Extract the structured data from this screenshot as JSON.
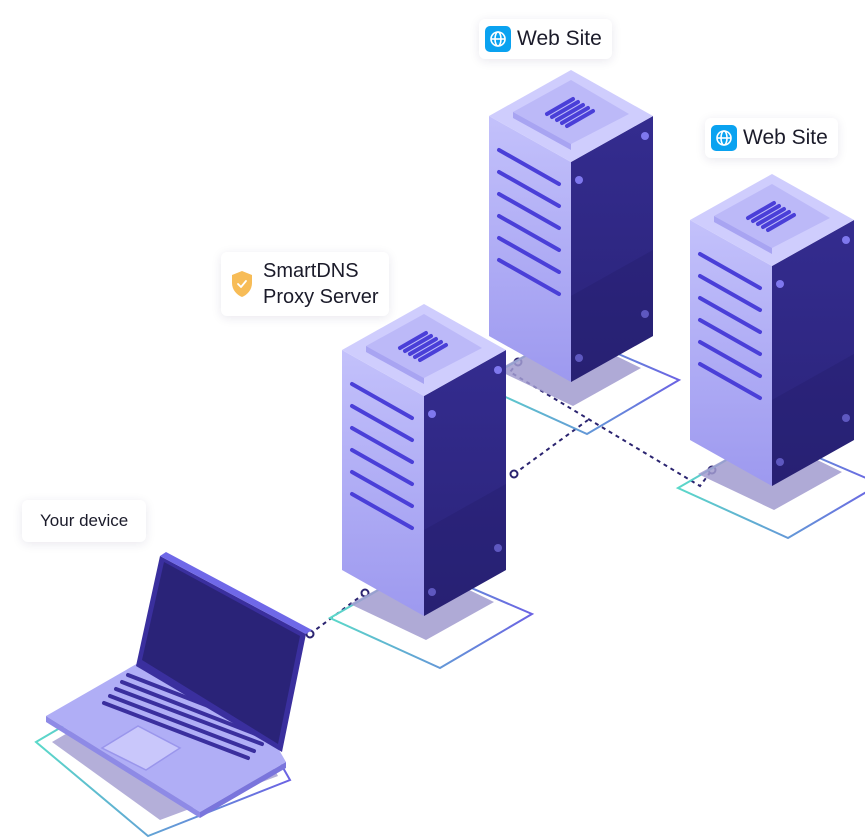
{
  "labels": {
    "web_site_1": "Web Site",
    "web_site_2": "Web Site",
    "proxy_line1": "SmartDNS",
    "proxy_line2": "Proxy Server",
    "device": "Your device"
  },
  "icons": {
    "web_site": "globe-icon",
    "proxy": "shield-check-icon"
  },
  "colors": {
    "server_front": "#b0aef6",
    "server_side": "#2d2680",
    "server_top": "#d6d5ff",
    "server_stripe": "#4a3fd8",
    "shadow": "#9d97cc",
    "base_outline_teal": "#4fd3cf",
    "base_outline_purple": "#6a63e0",
    "connector": "#2b2470",
    "globe_bg": "#0aa2f0",
    "shield": "#f7bc57"
  }
}
